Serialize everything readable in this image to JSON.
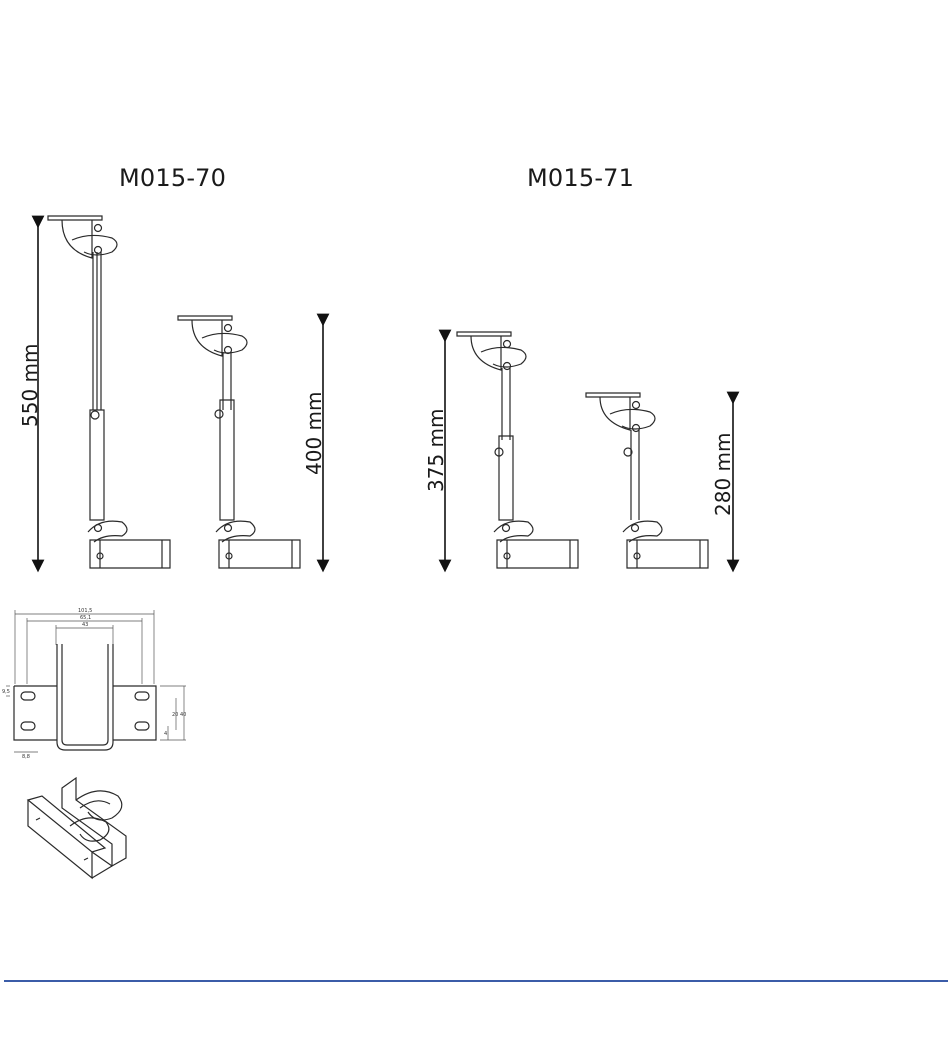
{
  "models": [
    {
      "name": "M015-70",
      "max_height": "550 mm",
      "min_height": "400 mm"
    },
    {
      "name": "M015-71",
      "max_height": "375 mm",
      "min_height": "280 mm"
    }
  ],
  "bracket_drawing": {
    "dim_total_width": "101,5",
    "dim_slot_span": "65,1",
    "dim_channel": "43",
    "dim_left_offset": "9,5",
    "dim_bottom_left": "8,8",
    "dim_r1": "20",
    "dim_r2": "40",
    "dim_r3": "4"
  },
  "colors": {
    "line": "#2a2a2a",
    "footer_rule": "#3b5ca8"
  }
}
